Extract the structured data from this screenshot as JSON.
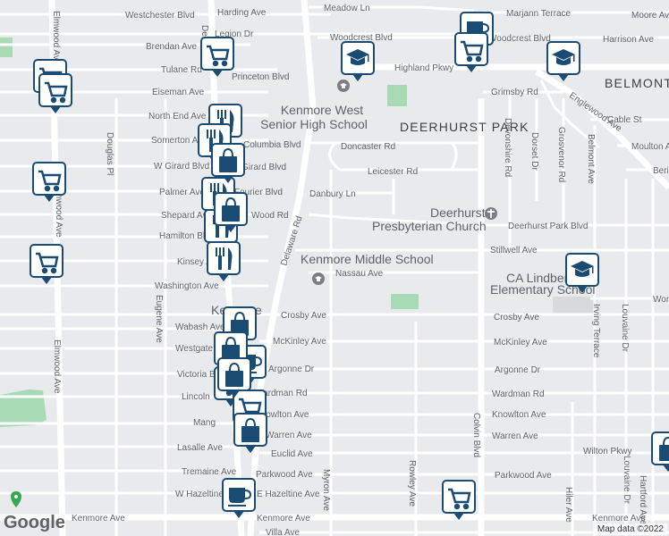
{
  "map": {
    "streets": {
      "westchester": "Westchester Blvd",
      "harding": "Harding Ave",
      "meadow": "Meadow Ln",
      "marjann": "Marjann Terrace",
      "moore": "Moore Ave",
      "legion": "Legion Dr",
      "brendan": "Brendan Ave",
      "woodcrest_w": "Woodcrest Blvd",
      "woodcrest_e": "Woodcrest Blvd",
      "harrison": "Harrison Ave",
      "tulane": "Tulane Rd",
      "princeton": "Princeton Blvd",
      "highland": "Highland Pkwy",
      "eiseman": "Eiseman Ave",
      "grimsby": "Grimsby Rd",
      "belmont_head": "BELMONT",
      "englewood": "Englewood Ave",
      "north_end": "North End Ave",
      "cable": "Cable St",
      "somerton": "Somerton Ave",
      "columbia": "Columbia Blvd",
      "doncaster": "Doncaster Rd",
      "moulton": "Moulton Ave",
      "w_girard": "W Girard Blvd",
      "girard": "Girard Blvd",
      "leicester": "Leicester Rd",
      "berin": "Berin",
      "palmer": "Palmer Ave",
      "fourier": "Fourier Blvd",
      "danbury": "Danbury Ln",
      "shepard": "Shepard Ave",
      "wood_rd": "Wood Rd",
      "deerhurst_park_blvd": "Deerhurst Park Blvd",
      "hamilton": "Hamilton Blvd",
      "stillwell": "Stillwell Ave",
      "kinsey": "Kinsey Ave",
      "nassau": "Nassau Ave",
      "washington": "Washington Ave",
      "worc": "Wor",
      "wabash": "Wabash Ave",
      "crosby_w": "Crosby Ave",
      "crosby_e": "Crosby Ave",
      "westgate": "Westgate",
      "mckinley_w": "McKinley Ave",
      "mckinley_e": "McKinley Ave",
      "victoria": "Victoria B",
      "argonne_w": "Argonne Dr",
      "argonne_e": "Argonne Dr",
      "lincoln": "Lincoln",
      "wardman_w": "Wardman Rd",
      "wardman_e": "Wardman Rd",
      "mang": "Mang",
      "knowlton_w": "Knowlton Ave",
      "knowlton_e": "Knowlton Ave",
      "warren_w": "Warren Ave",
      "warren_e": "Warren Ave",
      "lasalle": "Lasalle Ave",
      "euclid": "Euclid Ave",
      "wilton": "Wilton Pkwy",
      "tremaine": "Tremaine Ave",
      "parkwood_w": "Parkwood Ave",
      "parkwood_e": "Parkwood Ave",
      "w_hazeltine": "W Hazeltine",
      "e_hazeltine": "E Hazeltine Ave",
      "kenmore_ave_w": "Kenmore Ave",
      "kenmore_ave_c": "Kenmore Ave",
      "kenmore_ave_e": "Kenmore Ave",
      "villa": "Villa Ave",
      "elmwood_n": "Elmwood Ave",
      "elmwood_m": "Elmwood Ave",
      "elmwood_s": "Elmwood Ave",
      "delaware_n": "Delaware",
      "delaware_rd": "Delaware Rd",
      "douglas": "Douglas Pl",
      "eugene": "Eugene Ave",
      "myron": "Myron Ave",
      "rowley": "Rowley Ave",
      "colvin": "Colvin Blvd",
      "devonshire": "Devonshire Rd",
      "dorset": "Dorset Dr",
      "grosvenor": "Grosvenor Rd",
      "belmont_ave": "Belmont Ave",
      "irving": "Irving Terrace",
      "louvaine_n": "Louvaine Dr",
      "louvaine_s": "Louvaine Dr",
      "hiler": "Hiler Ave",
      "hartford": "Hartford Ave"
    },
    "places": {
      "kenmore_west_1": "Kenmore West",
      "kenmore_west_2": "Senior High School",
      "deerhurst_park": "DEERHURST PARK",
      "deerhurst_pres_1": "Deerhurst",
      "deerhurst_pres_2": "Presbyterian Church",
      "kenmore_middle": "Kenmore Middle School",
      "lindbergh_1": "CA Lindberg",
      "lindbergh_2": "Elementary School",
      "kenmore": "Kenmore"
    },
    "colors": {
      "background": "#e8eaed",
      "road": "#ffffff",
      "park": "#a8dab5",
      "marker": "#1a4b72",
      "label": "#5f6368"
    },
    "marker_types": [
      "shopping-cart-icon",
      "restaurant-icon",
      "shopping-bag-icon",
      "cafe-icon",
      "school-icon"
    ]
  },
  "footer": {
    "logo": "Google",
    "attribution": "Map data ©2022"
  }
}
